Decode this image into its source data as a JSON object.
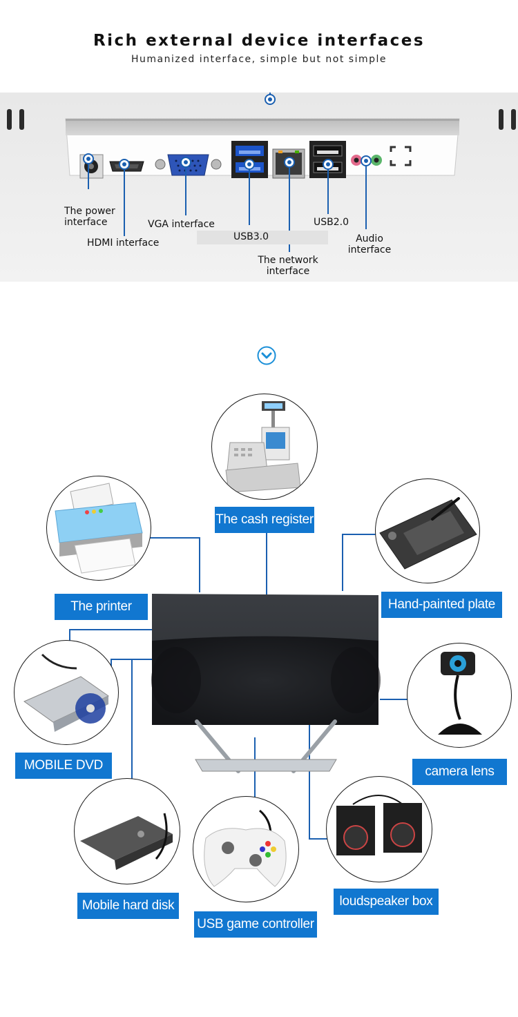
{
  "header": {
    "title": "Rich external device interfaces",
    "subtitle": "Humanized interface, simple but not simple"
  },
  "ports": {
    "power": "The power\ninterface",
    "hdmi": "HDMI interface",
    "vga": "VGA interface",
    "usb3": "USB3.0",
    "network": "The network\ninterface",
    "usb2": "USB2.0",
    "audio": "Audio\ninterface"
  },
  "devices": {
    "cash_register": "The cash register",
    "printer": "The printer",
    "drawing_tablet": "Hand-painted plate",
    "dvd": "MOBILE DVD",
    "camera": "camera lens",
    "hard_disk": "Mobile hard disk",
    "game_controller": "USB game controller",
    "speaker": "loudspeaker box"
  },
  "colors": {
    "accent": "#1177d0",
    "line": "#1a5fb0",
    "label_text": "#ffffff"
  },
  "icons": [
    "location-pin-icon",
    "chevron-down-icon"
  ]
}
